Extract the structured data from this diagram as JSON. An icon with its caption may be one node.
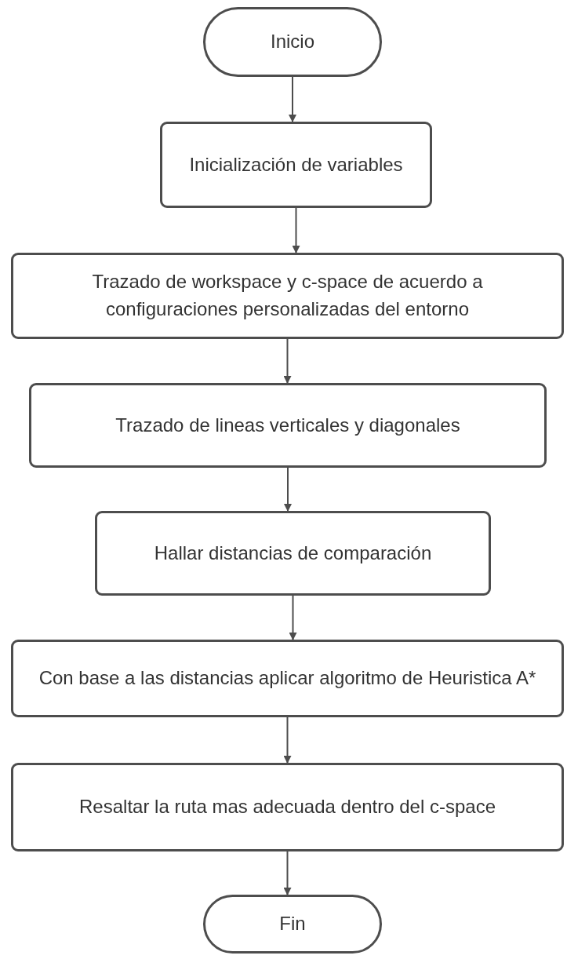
{
  "diagram": {
    "nodes": [
      {
        "text": [
          "Inicio"
        ]
      },
      {
        "text": [
          "Inicialización de variables"
        ]
      },
      {
        "text": [
          "Trazado de workspace y c-space de acuerdo a configuraciones personalizadas del entorno"
        ]
      },
      {
        "text": [
          "Trazado de lineas verticales y diagonales"
        ]
      },
      {
        "text": [
          "Hallar distancias de comparación"
        ]
      },
      {
        "text": [
          "Con base a las distancias aplicar algoritmo de Heuristica A*"
        ]
      },
      {
        "text": [
          "Resaltar la ruta mas adecuada dentro del c-space"
        ]
      },
      {
        "text": [
          "Fin"
        ]
      }
    ],
    "edges": [
      {
        "from": 0,
        "to": 1,
        "arrow": "to"
      },
      {
        "from": 1,
        "to": 2,
        "arrow": "to"
      },
      {
        "from": 2,
        "to": 3,
        "arrow": "to"
      },
      {
        "from": 3,
        "to": 4,
        "arrow": "to"
      },
      {
        "from": 4,
        "to": 5,
        "arrow": "to"
      },
      {
        "from": 5,
        "to": 6,
        "arrow": "to"
      },
      {
        "from": 6,
        "to": 7,
        "arrow": "to"
      }
    ]
  }
}
